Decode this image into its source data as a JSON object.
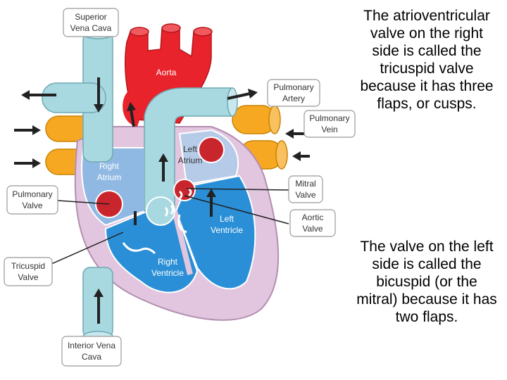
{
  "labels": {
    "superior_vena_cava": [
      "Superior",
      "Vena Cava"
    ],
    "aorta": "Aorta",
    "pulmonary_artery": [
      "Pulmonary",
      "Artery"
    ],
    "pulmonary_vein": [
      "Pulmonary",
      "Vein"
    ],
    "left_atrium": [
      "Left",
      "Atrium"
    ],
    "right_atrium": [
      "Right",
      "Atrium"
    ],
    "pulmonary_valve": [
      "Pulmonary",
      "Valve"
    ],
    "mitral_valve": [
      "Mitral",
      "Valve"
    ],
    "aortic_valve": [
      "Aortic",
      "Valve"
    ],
    "left_ventricle": [
      "Left",
      "Ventricle"
    ],
    "right_ventricle": [
      "Right",
      "Ventricle"
    ],
    "tricuspid_valve": [
      "Tricuspid",
      "Valve"
    ],
    "inferior_vena_cava": [
      "Interior Vena",
      "Cava"
    ]
  },
  "text_blocks": [
    "The atrioventricular valve on the right side is called the tricuspid valve because it has three flaps, or cusps.",
    "The valve on the left side is called the bicuspid (or the mitral) because it has two flaps."
  ],
  "colors": {
    "aorta_red": "#e8232b",
    "vena_blue": "#a8d8e0",
    "pulmonary_orange": "#f7a823",
    "heart_pink": "#e2c6df",
    "ventricle_blue": "#2a8fd6",
    "atrium_blue": "#8fb8e3"
  }
}
